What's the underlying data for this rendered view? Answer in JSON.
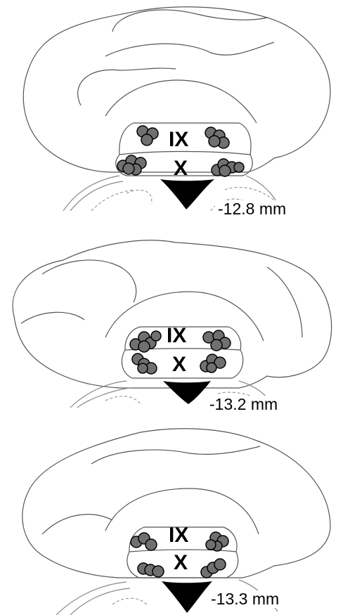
{
  "figure": {
    "lobule_labels": {
      "upper": "IX",
      "lower": "X"
    },
    "marker_color": "#707070",
    "marker_stroke": "#000000",
    "section_fill": "#000000",
    "panels": [
      {
        "level_label": "-12.8 mm"
      },
      {
        "level_label": "-13.2 mm"
      },
      {
        "level_label": "-13.3 mm"
      }
    ]
  }
}
